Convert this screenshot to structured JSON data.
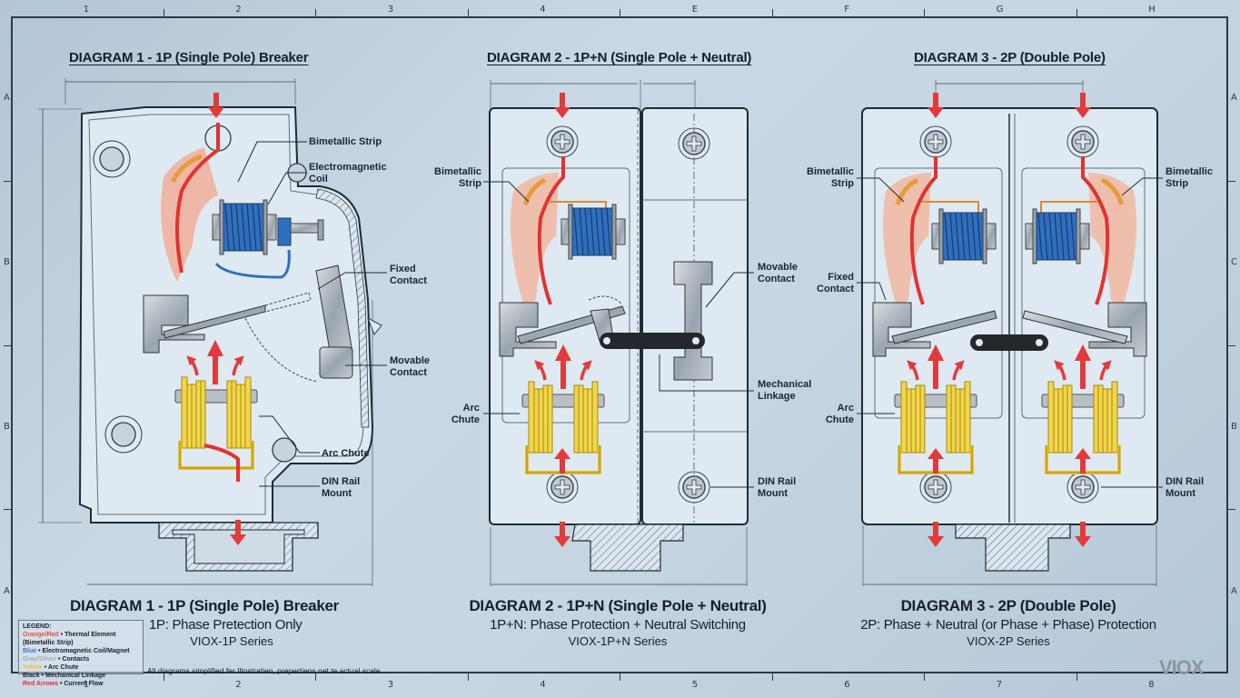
{
  "border": {
    "top_columns": [
      "1",
      "2",
      "3",
      "4",
      "E",
      "F",
      "G",
      "H"
    ],
    "bottom_columns": [
      "1",
      "2",
      "3",
      "4",
      "5",
      "6",
      "7",
      "8"
    ],
    "left_rows": [
      "A",
      "B",
      "B",
      "A"
    ],
    "right_rows": [
      "A",
      "C",
      "B",
      "A"
    ]
  },
  "diagrams": [
    {
      "heading": "DIAGRAM 1 - 1P (Single Pole) Breaker",
      "caption_title": "DIAGRAM 1 - 1P (Single Pole) Breaker",
      "caption_subtitle": "1P: Phase Pretection Only",
      "series": "VIOX-1P Series",
      "callouts": {
        "bimetallic": "Bimetallic Strip",
        "coil": "Electromagnetic\nCoil",
        "fixed": "Fixed\nContact",
        "movable": "Movable\nContact",
        "arc": "Arc Chute",
        "din": "DIN Rail\nMount"
      }
    },
    {
      "heading": "DIAGRAM 2 - 1P+N (Single Pole + Neutral)",
      "caption_title": "DIAGRAM 2 - 1P+N (Single Pole + Neutral)",
      "caption_subtitle": "1P+N: Phase Protection + Neutral Switching",
      "series": "VIOX-1P+N Series",
      "callouts": {
        "bimetallic": "Bimetallic\nStrip",
        "movable": "Movable\nContact",
        "linkage": "Mechanical\nLinkage",
        "arc": "Arc\nChute",
        "din": "DIN Rail\nMount"
      }
    },
    {
      "heading": "DIAGRAM 3 - 2P (Double Pole)",
      "caption_title": "DIAGRAM 3 - 2P (Double Pole)",
      "caption_subtitle": "2P: Phase + Neutral (or Phase + Phase) Protection",
      "series": "VIOX-2P Series",
      "callouts": {
        "bimetallic_left": "Bimetallic\nStrip",
        "bimetallic_right": "Bimetallic\nStrip",
        "fixed": "Fixed\nContact",
        "arc": "Arc\nChute",
        "din": "DIN Rail\nMount"
      }
    }
  ],
  "legend": {
    "title": "LEGEND:",
    "items": [
      {
        "swatch": "Orange/Red",
        "text": "Thermal Element (Bimetallic Strip)",
        "color": "#e0553a"
      },
      {
        "swatch": "Blue",
        "text": "Electromagnetic Coil/Magnet",
        "color": "#2e7cc4"
      },
      {
        "swatch": "Gray/Silver",
        "text": "Contacts",
        "color": "#a3adb6"
      },
      {
        "swatch": "Yellow",
        "text": "Arc Chute",
        "color": "#e6c23a"
      },
      {
        "swatch": "Black",
        "text": "Mechanical Linkage",
        "color": "#1b2633"
      },
      {
        "swatch": "Red Arrows",
        "text": "Current Flow",
        "color": "#e0303a"
      }
    ]
  },
  "footnote": "All diagrams simplified fer Iltostratien, prepertiens net te actual scale",
  "logo": "VIOX",
  "colors": {
    "current_arrow": "#e23a3a",
    "coil": "#2f6fc0",
    "bimetal": "#e8552f",
    "bimetal_glow": "#f3b49c",
    "arc_chute": "#f2d64a",
    "contact": "#9aa4ad",
    "linkage": "#24282d",
    "outline": "#2b3a48"
  }
}
